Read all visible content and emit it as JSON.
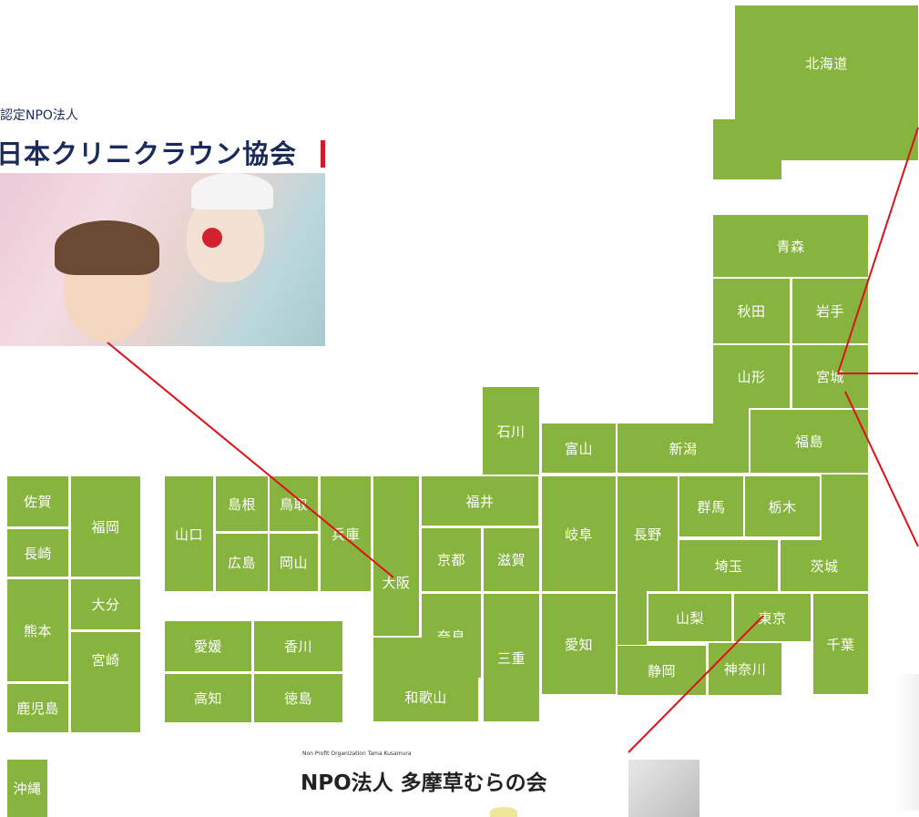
{
  "map_labels": {
    "hokkaido": "北海道",
    "aomori": "青森",
    "akita": "秋田",
    "iwate": "岩手",
    "yamagata": "山形",
    "miyagi": "宮城",
    "fukushima": "福島",
    "niigata": "新潟",
    "toyama": "富山",
    "ishikawa": "石川",
    "fukui": "福井",
    "gifu": "岐阜",
    "nagano": "長野",
    "gunma": "群馬",
    "tochigi": "栃木",
    "saitama": "埼玉",
    "ibaraki": "茨城",
    "yamanashi": "山梨",
    "tokyo": "東京",
    "chiba": "千葉",
    "kanagawa": "神奈川",
    "shizuoka": "静岡",
    "aichi": "愛知",
    "mie": "三重",
    "shiga": "滋賀",
    "kyoto": "京都",
    "osaka": "大阪",
    "nara": "奈良",
    "wakayama": "和歌山",
    "hyogo": "兵庫",
    "tottori": "鳥取",
    "shimane": "島根",
    "okayama": "岡山",
    "hiroshima": "広島",
    "yamaguchi": "山口",
    "ehime": "愛媛",
    "kagawa": "香川",
    "kochi": "高知",
    "tokushima": "徳島",
    "saga": "佐賀",
    "fukuoka": "福岡",
    "nagasaki": "長崎",
    "oita": "大分",
    "kumamoto": "熊本",
    "miyazaki": "宮崎",
    "kagoshima": "鹿児島",
    "okinawa": "沖縄"
  },
  "banners": {
    "clinic_clown": {
      "subtitle": "認定NPO法人",
      "title": "日本クリニクラウン協会"
    },
    "tama": {
      "small": "Non Profit Organization Tama Kusamura",
      "title": "NPO法人 多摩草むらの会"
    }
  },
  "colors": {
    "prefecture_fill": "#86b43e",
    "connector_line": "#e0101a",
    "label_text": "#ffffff"
  }
}
